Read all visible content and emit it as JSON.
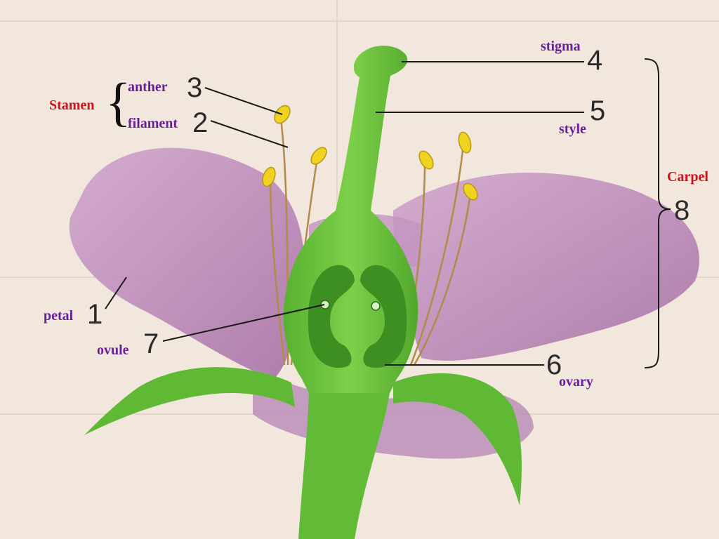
{
  "labels": {
    "stigma": "stigma",
    "anther": "anther",
    "filament": "filament",
    "stamen": "Stamen",
    "style": "style",
    "carpel": "Carpel",
    "petal": "petal",
    "ovule": "ovule",
    "ovary": "ovary"
  },
  "numbers": {
    "n1": "1",
    "n2": "2",
    "n3": "3",
    "n4": "4",
    "n5": "5",
    "n6": "6",
    "n7": "7",
    "n8": "8"
  },
  "colors": {
    "label_purple": "#6a1f9e",
    "label_red": "#d6101a",
    "petal": "#b77fb3",
    "pistil_green": "#6ac23c",
    "anther_yellow": "#f0d320"
  }
}
